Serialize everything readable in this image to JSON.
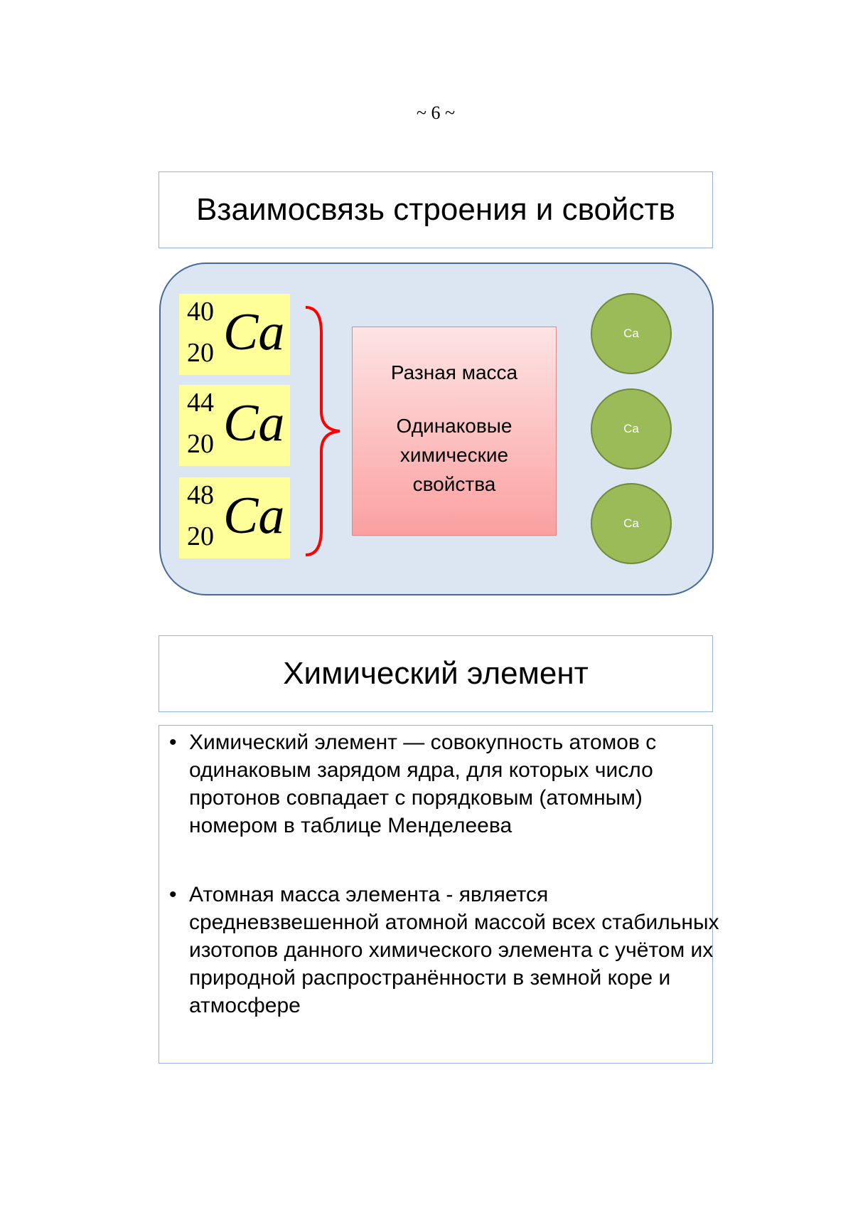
{
  "page_number": "~ 6 ~",
  "slide1": {
    "title": "Взаимосвязь строения и свойств",
    "isotopes": [
      {
        "mass": "40",
        "z": "20",
        "symbol": "Ca"
      },
      {
        "mass": "44",
        "z": "20",
        "symbol": "Ca"
      },
      {
        "mass": "48",
        "z": "20",
        "symbol": "Ca"
      }
    ],
    "center_box": {
      "line1": "Разная масса",
      "line2": "Одинаковые химические свойства"
    },
    "atoms": [
      "Ca",
      "Ca",
      "Ca"
    ],
    "colors": {
      "panel": "#dce6f2",
      "isotope": "#ffff99",
      "brace": "#ff0000",
      "atom": "#9bbb59"
    }
  },
  "slide2": {
    "title": "Химический элемент",
    "bullets": [
      "Химический элемент — совокупность атомов с одинаковым зарядом ядра, для которых число протонов совпадает с порядковым (атомным) номером в таблице Менделеева",
      "Атомная масса элемента - является средневзвешенной атомной массой всех стабильных изотопов данного химического элемента с учётом их природной распространённости в земной коре и атмосфере"
    ]
  }
}
